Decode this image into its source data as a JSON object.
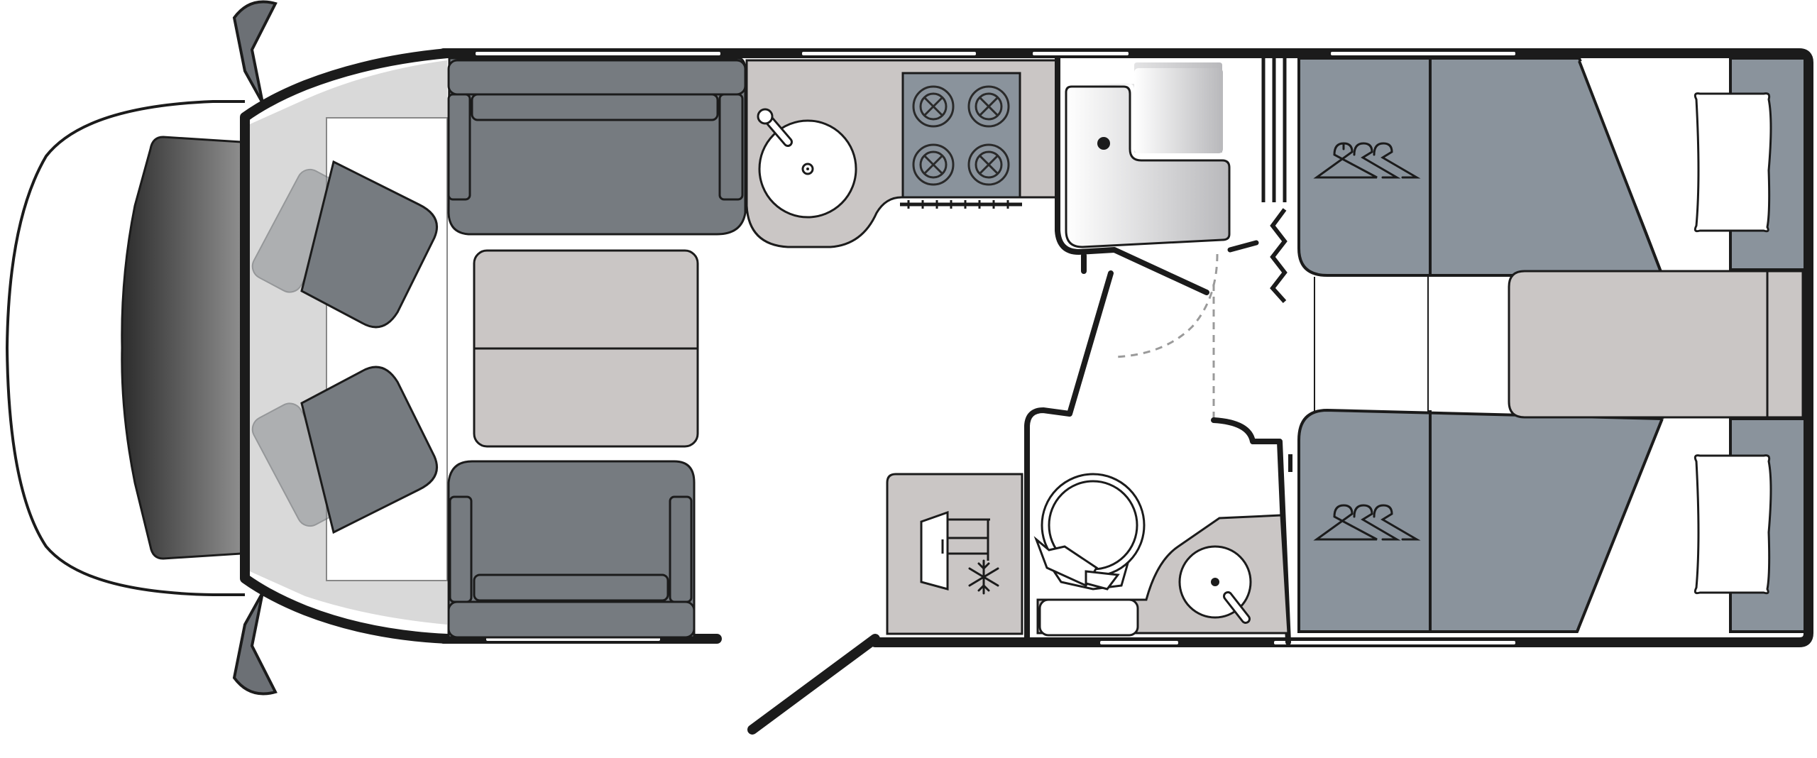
{
  "plan": {
    "colors": {
      "wall": "#1b1b1b",
      "upholstery": "#767b80",
      "bed_panel": "#8a939c",
      "counter": "#cac6c5",
      "cab_floor": "#d9d9d9",
      "glass": "#4a4a4a"
    },
    "zones": [
      {
        "name": "cab",
        "icon": "steering-cab"
      },
      {
        "name": "lounge",
        "icon": "sofa-icon"
      },
      {
        "name": "kitchen",
        "icon": "hob-icon"
      },
      {
        "name": "shower",
        "icon": "shower-tray-icon"
      },
      {
        "name": "washroom",
        "icon": "toilet-icon"
      },
      {
        "name": "fridge",
        "icon": "fridge-icon"
      },
      {
        "name": "wardrobe",
        "icon": "hanger-icon"
      },
      {
        "name": "twin-beds",
        "icon": "pillow-icon"
      }
    ]
  }
}
